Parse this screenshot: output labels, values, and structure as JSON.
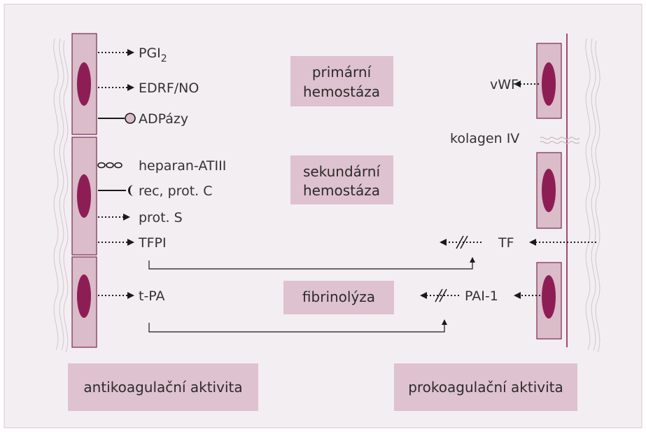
{
  "colors": {
    "frame_bg": "#f3eef1",
    "frame_border": "#d9c6cf",
    "cell_fill": "#dbbcc9",
    "cell_stroke": "#7a2a52",
    "nucleus": "#8d1e55",
    "label_box": "#dfc2cf",
    "text": "#333333",
    "arrow": "#1a1a1a",
    "membrane_line": "#8d1e55"
  },
  "left_items": {
    "pgi": "PGI",
    "pgi_sub": "2",
    "edrf": "EDRF/NO",
    "adp": "ADPázy",
    "heparan": "heparan-ATIII",
    "rec": "rec, prot. C",
    "prot_s": "prot. S",
    "tfpi": "TFPI",
    "tpa": "t-PA"
  },
  "right_items": {
    "vwf": "vWF",
    "kolagen": "kolagen IV",
    "tf": "TF",
    "pai": "PAI-1"
  },
  "stage_boxes": {
    "primarni_line1": "primární",
    "primarni_line2": "hemostáza",
    "sekundarni_line1": "sekundární",
    "sekundarni_line2": "hemostáza",
    "fibrinolyza": "fibrinolýza"
  },
  "footer_boxes": {
    "anti": "antikoagulační aktivita",
    "pro": "prokoagulační aktivita"
  }
}
